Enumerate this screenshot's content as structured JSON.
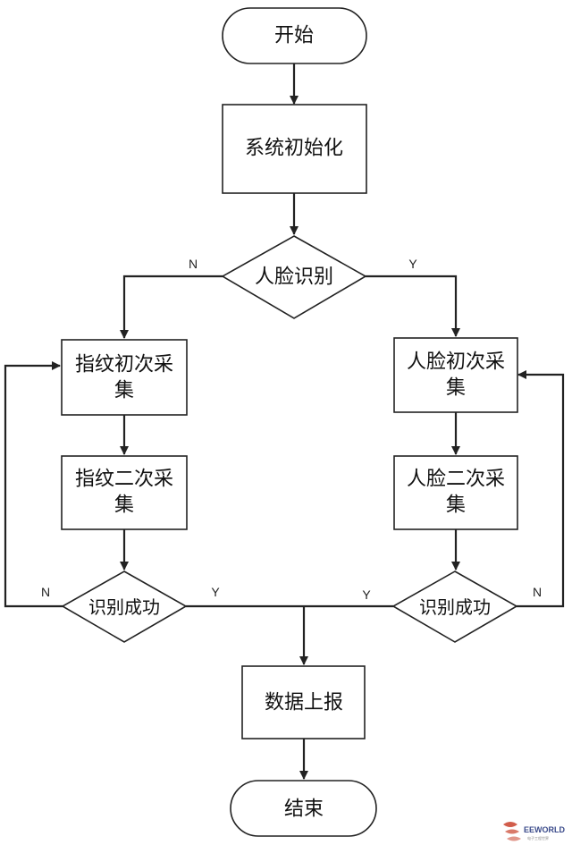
{
  "nodes": {
    "start": "开始",
    "init": "系统初始化",
    "face_decision": "人脸识别",
    "fp_first_l1": "指纹初次采",
    "fp_first_l2": "集",
    "fp_second_l1": "指纹二次采",
    "fp_second_l2": "集",
    "face_first_l1": "人脸初次采",
    "face_first_l2": "集",
    "face_second_l1": "人脸二次采",
    "face_second_l2": "集",
    "left_success": "识别成功",
    "right_success": "识别成功",
    "report": "数据上报",
    "end": "结束"
  },
  "branch_labels": {
    "face_no": "N",
    "face_yes": "Y",
    "left_no": "N",
    "left_yes": "Y",
    "right_yes": "Y",
    "right_no": "N"
  },
  "watermark": {
    "brand": "EEWORLD",
    "sub": "电子工程世界"
  }
}
